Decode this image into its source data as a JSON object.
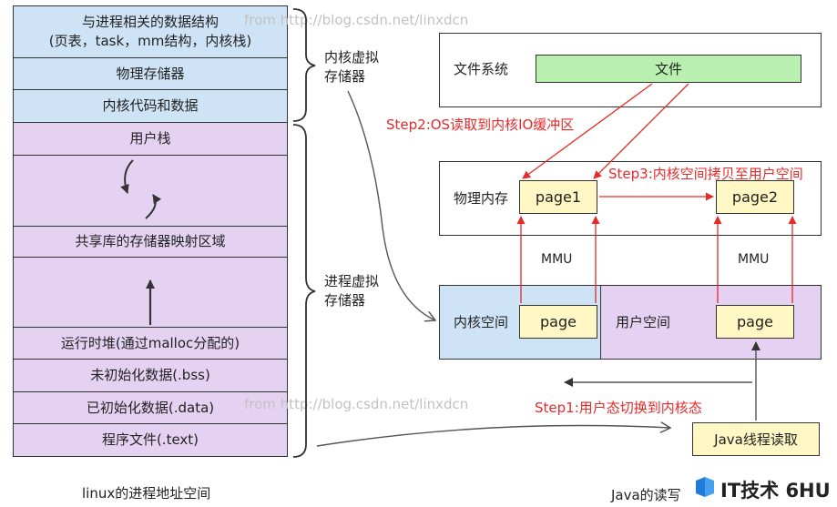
{
  "left_stack": {
    "kernel_structs": "与进程相关的数据结构\n(页表，task，mm结构，内核栈)",
    "physical_memory": "物理存储器",
    "kernel_code": "内核代码和数据",
    "user_stack": "用户栈",
    "shared_libs": "共享库的存储器映射区域",
    "heap": "运行时堆(通过malloc分配的)",
    "bss": "未初始化数据(.bss)",
    "data": "已初始化数据(.data)",
    "text": "程序文件(.text)"
  },
  "braces": {
    "kernel_vm": "内核虚拟\n存储器",
    "process_vm": "进程虚拟\n存储器"
  },
  "watermarks": {
    "top": "from http://blog.csdn.net/linxdcn",
    "bottom": "from http://blog.csdn.net/linxdcn"
  },
  "right": {
    "fs_label": "文件系统",
    "file_label": "文件",
    "phys_label": "物理内存",
    "page1": "page1",
    "page2": "page2",
    "mmu_left": "MMU",
    "mmu_right": "MMU",
    "kernel_space": "内核空间",
    "user_space": "用户空间",
    "page_kernel": "page",
    "page_user": "page",
    "java_thread": "Java线程读取"
  },
  "steps": {
    "step1": "Step1:用户态切换到内核态",
    "step2": "Step2:OS读取到内核IO缓冲区",
    "step3": "Step3:内核空间拷贝至用户空间"
  },
  "captions": {
    "left": "linux的进程地址空间",
    "right": "Java的读写",
    "brand": "IT技术 6HU"
  },
  "colors": {
    "kernel_blue": "#cfe3f6",
    "user_purple": "#e5d2f2",
    "file_green": "#b9f0b0",
    "page_yellow": "#fff7c4",
    "arrow_red": "#e52a2a"
  }
}
